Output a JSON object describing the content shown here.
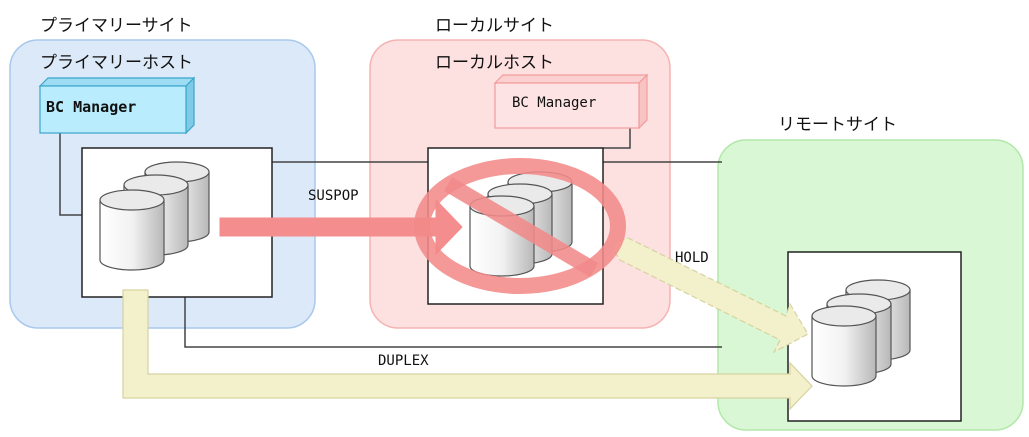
{
  "primary_site": {
    "label": "プライマリーサイト",
    "host_label": "プライマリーホスト",
    "bc_manager": "BC Manager",
    "colors": {
      "fill": "#dce9f8",
      "border": "#a9c8ec",
      "bc_fill": "#b9ecfc",
      "bc_border": "#3aa6cc"
    }
  },
  "local_site": {
    "label": "ローカルサイト",
    "host_label": "ローカルホスト",
    "bc_manager": "BC Manager",
    "blocked": true,
    "colors": {
      "fill": "#fde0e0",
      "border": "#f6b3b3",
      "bc_fill": "#fde3e3",
      "bc_border": "#f19c9c",
      "prohibit": "#f28a8a"
    }
  },
  "remote_site": {
    "label": "リモートサイト",
    "colors": {
      "fill": "#d9f7d4",
      "border": "#b2e8aa"
    }
  },
  "links": {
    "suspop": "SUSPOP",
    "hold": "HOLD",
    "duplex": "DUPLEX",
    "colors": {
      "suspop_arrow": "#f48d8d",
      "pair_arrow": "#f3f0cc",
      "pair_arrow_border": "#d6d2a0"
    }
  }
}
